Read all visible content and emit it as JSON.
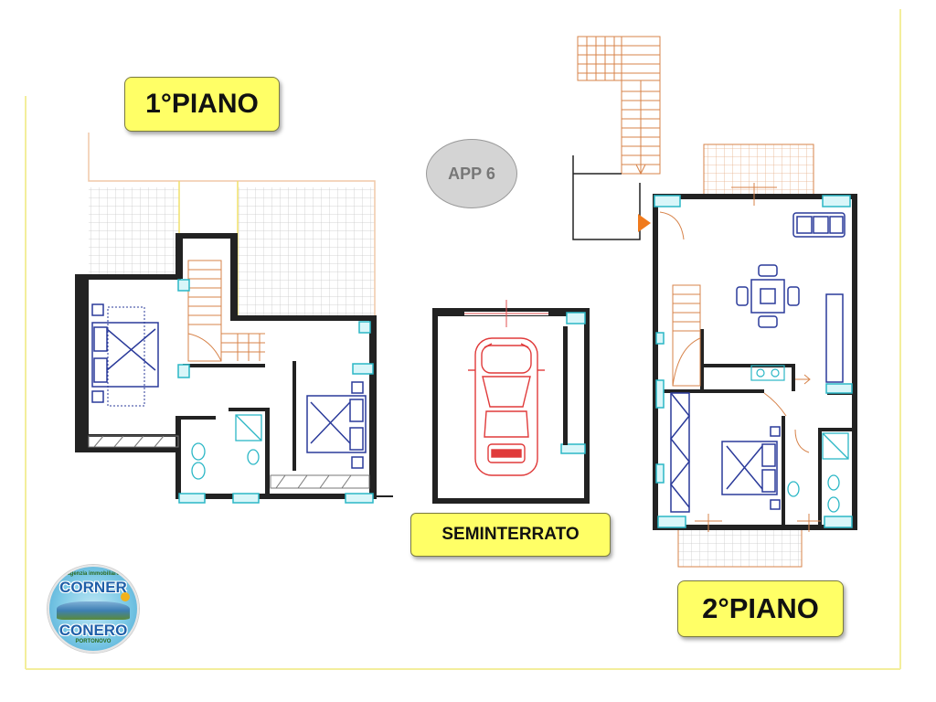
{
  "labels": {
    "first_floor": "1°PIANO",
    "second_floor": "2°PIANO",
    "basement": "SEMINTERRATO",
    "apartment": "APP 6"
  },
  "logo": {
    "top_word": "CORNER",
    "bottom_word": "CONERO",
    "tagline_top": "agenzia immobiliare",
    "tagline_bottom": "PORTONOVO"
  },
  "colors": {
    "label_bg": "#ffff66",
    "wall": "#222222",
    "furniture": "#2a3a9a",
    "window": "#2bb7c6",
    "car": "#e03a3a",
    "stairs": "#d7834a",
    "terrace_grid": "#c8c8c8"
  }
}
